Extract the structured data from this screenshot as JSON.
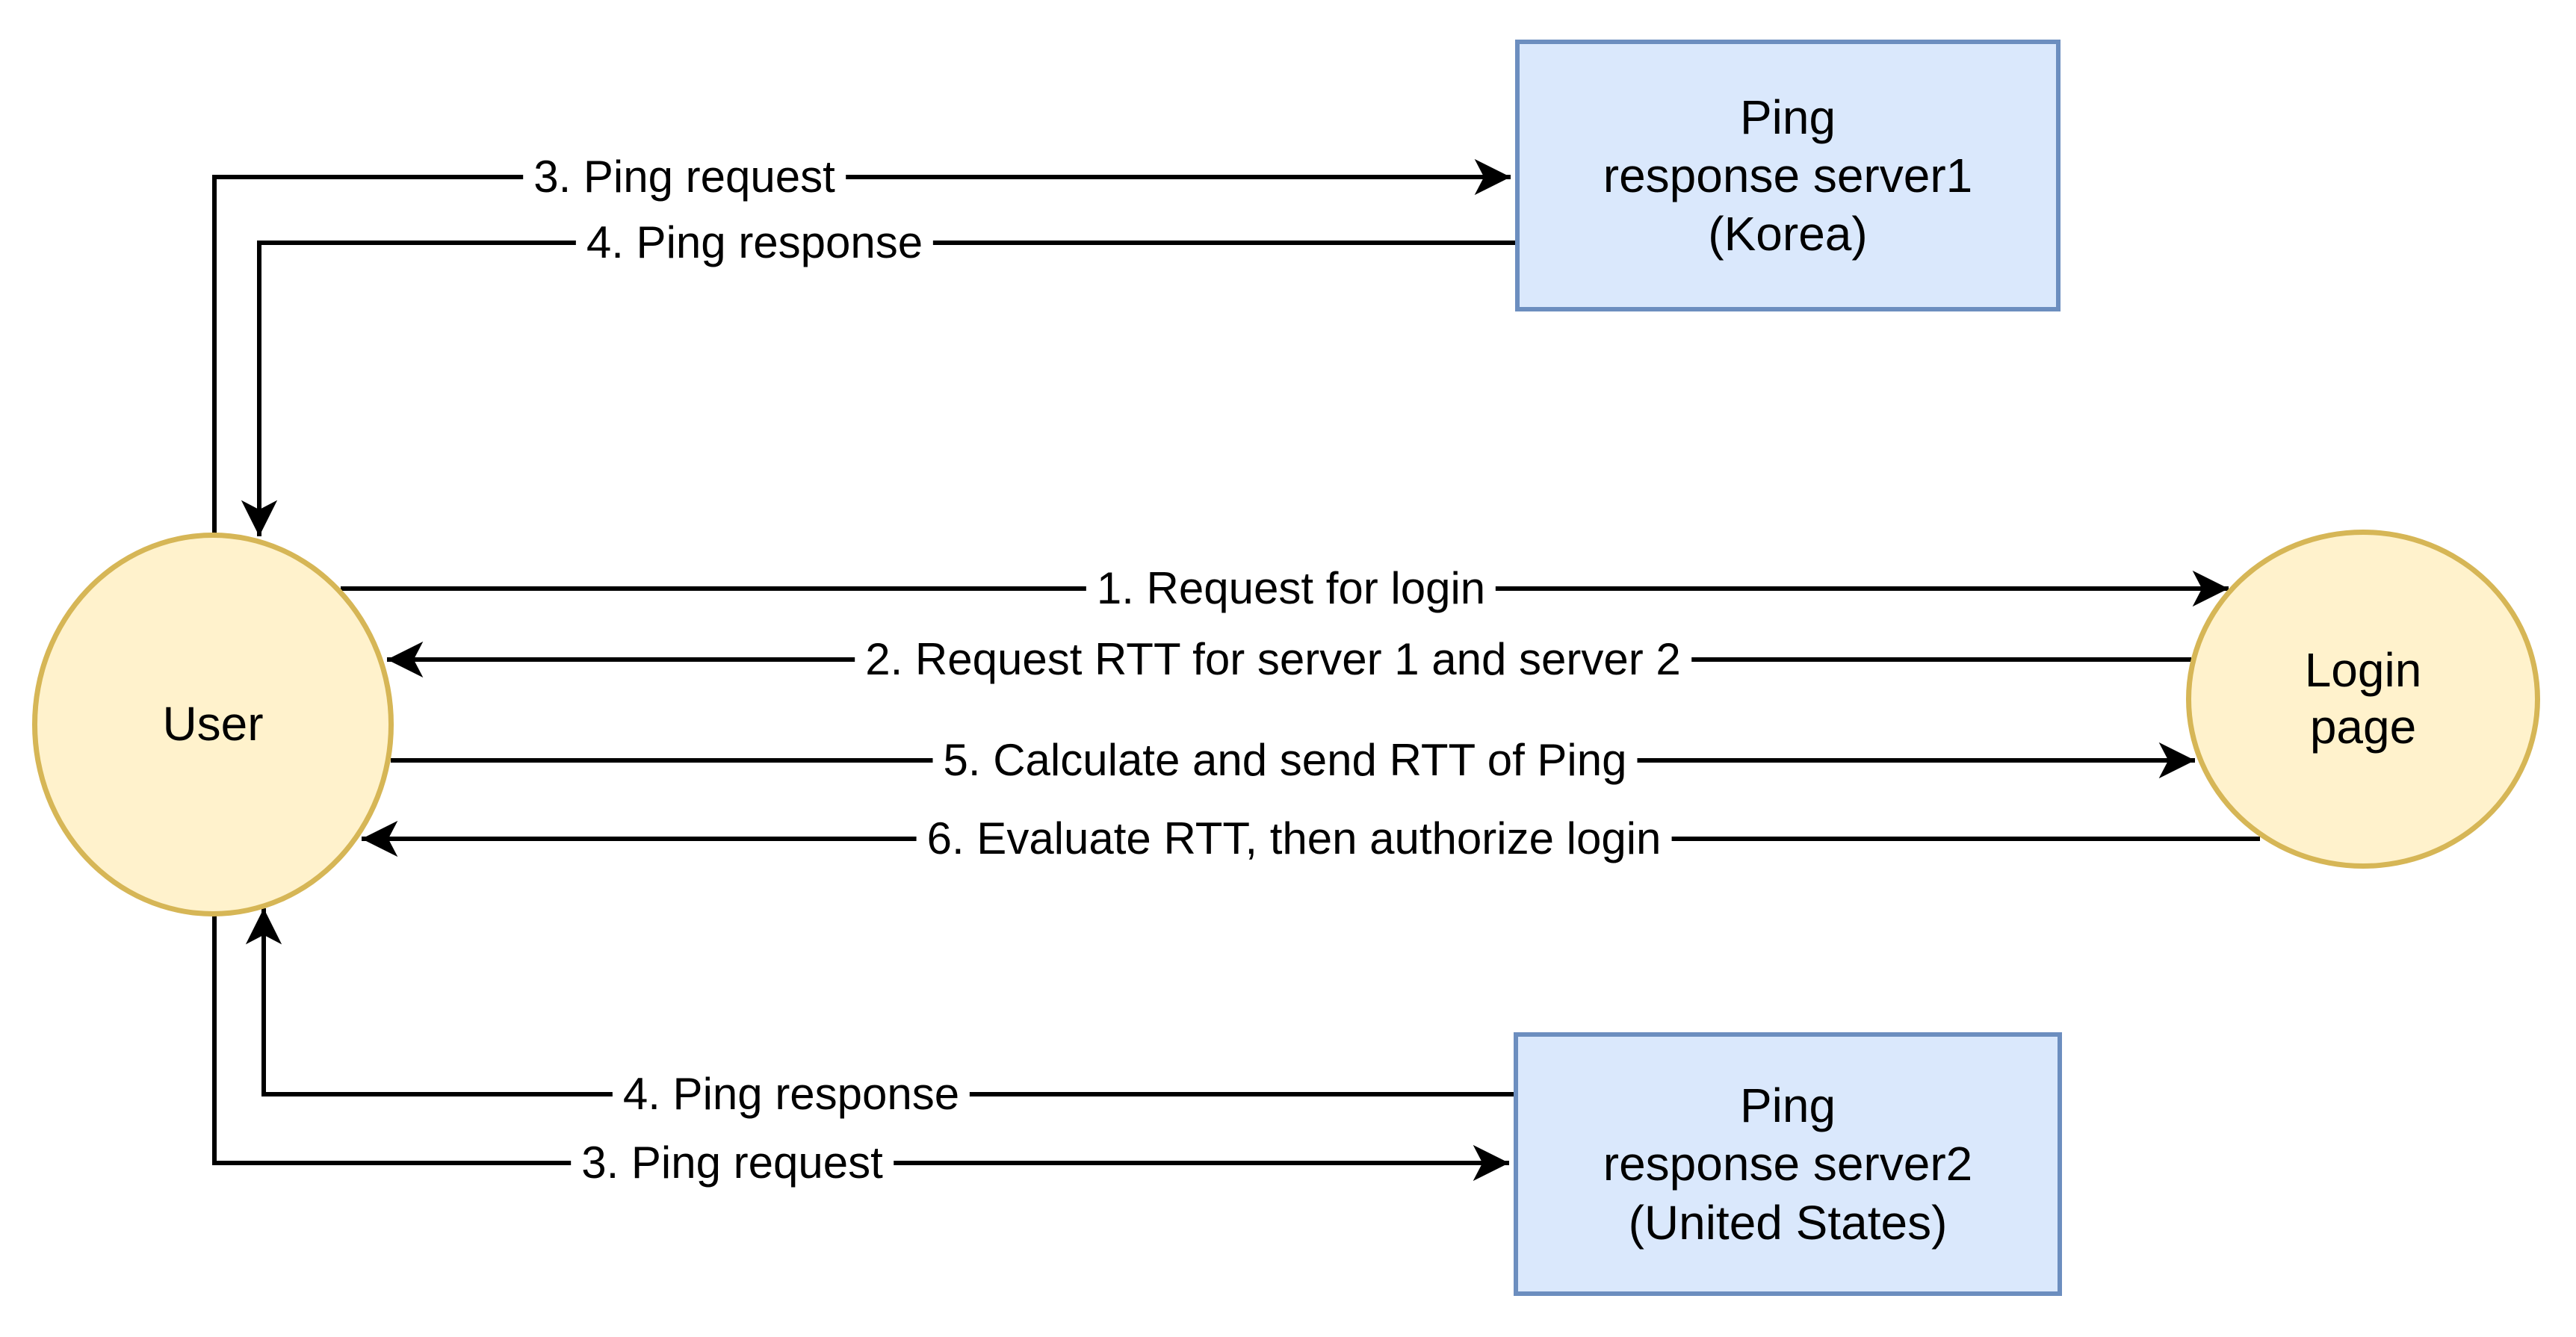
{
  "diagram": {
    "background_color": "#ffffff",
    "colors": {
      "actor_fill": "#fff2cc",
      "actor_stroke": "#d6b656",
      "server_fill": "#dae8fc",
      "server_stroke": "#6c8ebf",
      "edge_line": "#000000",
      "text": "#000000"
    },
    "nodes": {
      "user": {
        "label": "User"
      },
      "login_page": {
        "label": "Login\npage"
      },
      "server1": {
        "label": "Ping\nresponse server1\n(Korea)"
      },
      "server2": {
        "label": "Ping\nresponse server2\n(United States)"
      }
    },
    "edges": {
      "ping_request_server1": {
        "label": "3. Ping request",
        "from": "User",
        "to": "Ping response server1 (Korea)"
      },
      "ping_response_server1": {
        "label": "4. Ping response",
        "from": "Ping response server1 (Korea)",
        "to": "User"
      },
      "request_for_login": {
        "label": "1. Request for login",
        "from": "User",
        "to": "Login page"
      },
      "request_rtt": {
        "label": "2. Request RTT for server 1 and server 2",
        "from": "Login page",
        "to": "User"
      },
      "calculate_send_rtt": {
        "label": "5. Calculate and send RTT of Ping",
        "from": "User",
        "to": "Login page"
      },
      "evaluate_rtt": {
        "label": "6. Evaluate RTT, then authorize login",
        "from": "Login page",
        "to": "User"
      },
      "ping_response_server2": {
        "label": "4. Ping response",
        "from": "Ping response server2 (United States)",
        "to": "User"
      },
      "ping_request_server2": {
        "label": "3. Ping request",
        "from": "User",
        "to": "Ping response server2 (United States)"
      }
    }
  }
}
